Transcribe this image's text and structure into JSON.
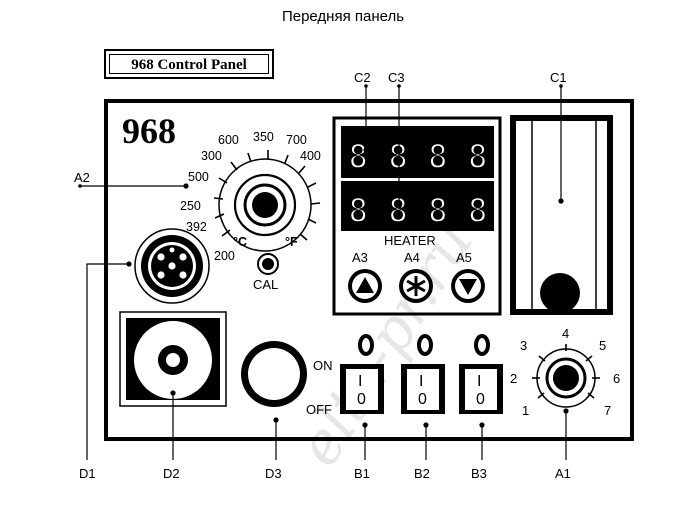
{
  "page_title": "Передняя панель",
  "panel_label": "968 Control Panel",
  "model_number": "968",
  "temperature_scale": [
    "200",
    "392",
    "250",
    "500",
    "300",
    "600",
    "350",
    "700",
    "400"
  ],
  "unit_celsius": "°C",
  "unit_fahrenheit": "°F",
  "cal_label": "CAL",
  "display_label": "HEATER",
  "display_digits": [
    "8888",
    "8888"
  ],
  "button_labels": [
    "A3",
    "A4",
    "A5"
  ],
  "switch_state_labels": {
    "on": "ON",
    "off": "OFF"
  },
  "switch_marks": {
    "top": "I",
    "bottom": "0"
  },
  "airflow_scale": [
    "1",
    "2",
    "3",
    "4",
    "5",
    "6",
    "7"
  ],
  "callouts": {
    "A1": "A1",
    "A2": "A2",
    "B1": "B1",
    "B2": "B2",
    "B3": "B3",
    "C1": "C1",
    "C2": "C2",
    "C3": "C3",
    "D1": "D1",
    "D2": "D2",
    "D3": "D3"
  },
  "watermark": "elta-pr.ru"
}
